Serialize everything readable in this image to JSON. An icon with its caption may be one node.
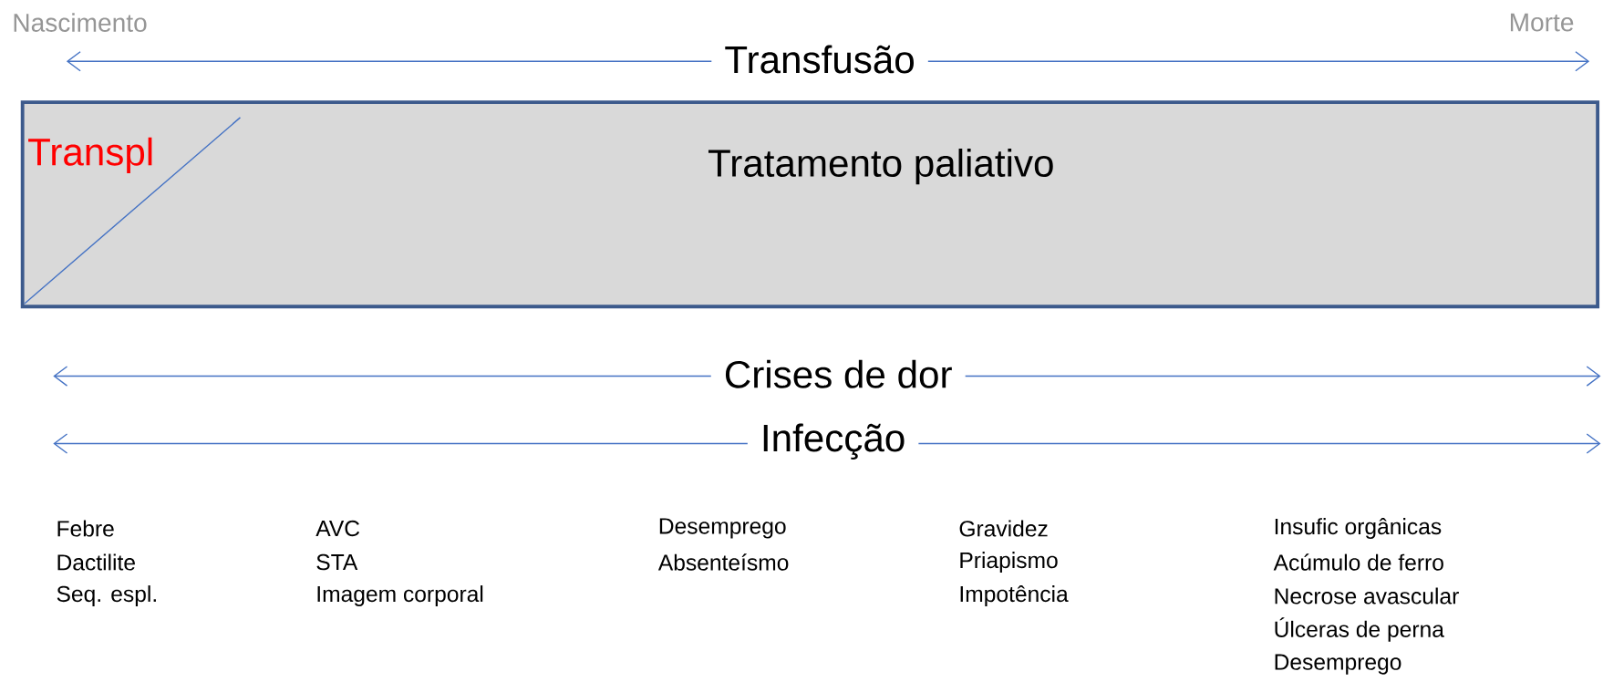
{
  "diagram": {
    "nodes": [
      {
        "text": [
          "Transpl",
          "Tratamento paliativo"
        ]
      }
    ],
    "edges": [],
    "labels": [
      "Nascimento",
      "Morte",
      "Transfusão",
      "Crises de dor",
      "Infecção",
      "Febre",
      "Dactilite",
      "Seq. espl.",
      "AVC",
      "STA",
      "Imagem corporal",
      "Desemprego",
      "Absenteísmo",
      "Gravidez",
      "Priapismo",
      "Impotência",
      "Insufic orgânicas",
      "Acúmulo de ferro",
      "Necrose avascular",
      "Úlceras de perna",
      "Desemprego"
    ]
  }
}
